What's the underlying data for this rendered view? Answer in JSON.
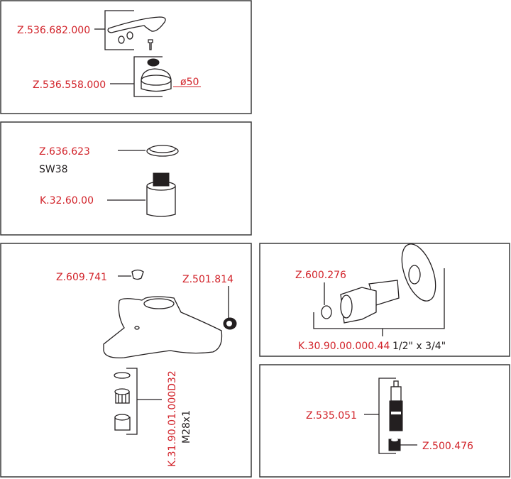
{
  "colors": {
    "label": "#d2232a",
    "text": "#231f20"
  },
  "panels": [
    {
      "name": "handle-panel",
      "labels": {
        "lever": "Z.536.682.000",
        "cap": "Z.536.558.000",
        "diameter": "ø50"
      }
    },
    {
      "name": "cartridge-panel",
      "labels": {
        "ring": "Z.636.623",
        "ring_size": "SW38",
        "cartridge": "K.32.60.00"
      }
    },
    {
      "name": "body-panel",
      "labels": {
        "plug": "Z.609.741",
        "insert": "Z.501.814",
        "aerator": "K.31.90.01.000D32",
        "aerator_thread": "M28x1"
      }
    },
    {
      "name": "connector-panel",
      "labels": {
        "washer": "Z.600.276",
        "kit": "K.30.90.00.000.44",
        "kit_size": "1/2\" x 3/4\""
      }
    },
    {
      "name": "valve-panel",
      "labels": {
        "valve": "Z.535.051",
        "nut": "Z.500.476"
      }
    }
  ]
}
